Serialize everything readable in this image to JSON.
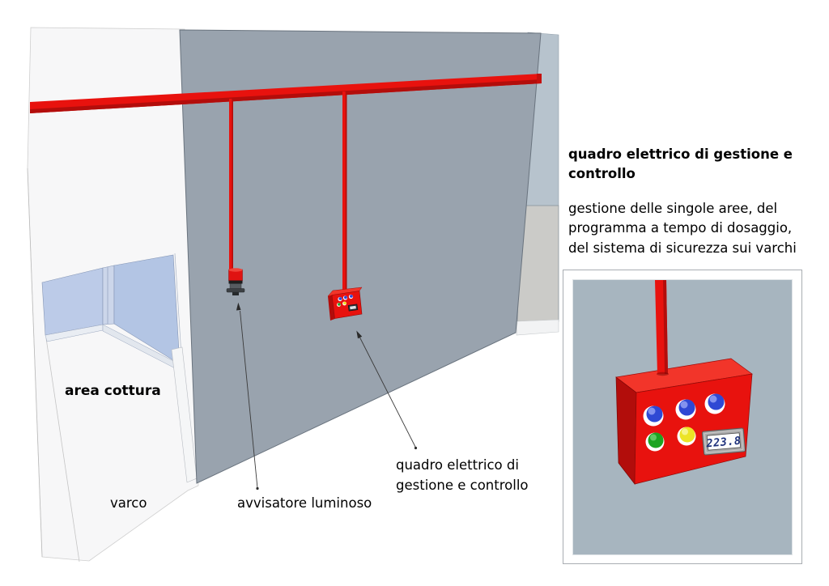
{
  "colors": {
    "pipe_red": "#e8120e",
    "pipe_red_dark": "#b30d0b",
    "wall_gray": "#99a3ae",
    "wall_white": "#f7f7f8",
    "interior_blue_left": "#bccbe8",
    "interior_blue_right": "#b3c5e4",
    "bg_blue_gray": "#b7c3cd",
    "bg_warm_gray": "#cbcbc8",
    "inset_bg": "#a7b5bf",
    "box_red_top": "#f2352a",
    "box_red_side": "#b20d0b",
    "button_blue": "#2f48d4",
    "button_green": "#1ca421",
    "button_yellow": "#ece426",
    "display_digits": "#1c2f7a"
  },
  "scene": {
    "labels": {
      "area_cottura": "area cottura",
      "varco": "varco",
      "avvisatore_luminoso": "avvisatore luminoso",
      "quadro_lines": [
        "quadro elettrico di",
        "gestione e controllo"
      ]
    }
  },
  "side": {
    "heading_lines": [
      "quadro elettrico di gestione e",
      "controllo"
    ],
    "description_lines": [
      "gestione delle singole aree, del",
      "programma a tempo di dosaggio,",
      "del sistema di sicurezza sui varchi"
    ],
    "inset": {
      "display_value": "223.8",
      "indicators": [
        "blue",
        "blue",
        "blue",
        "green",
        "yellow"
      ]
    }
  }
}
